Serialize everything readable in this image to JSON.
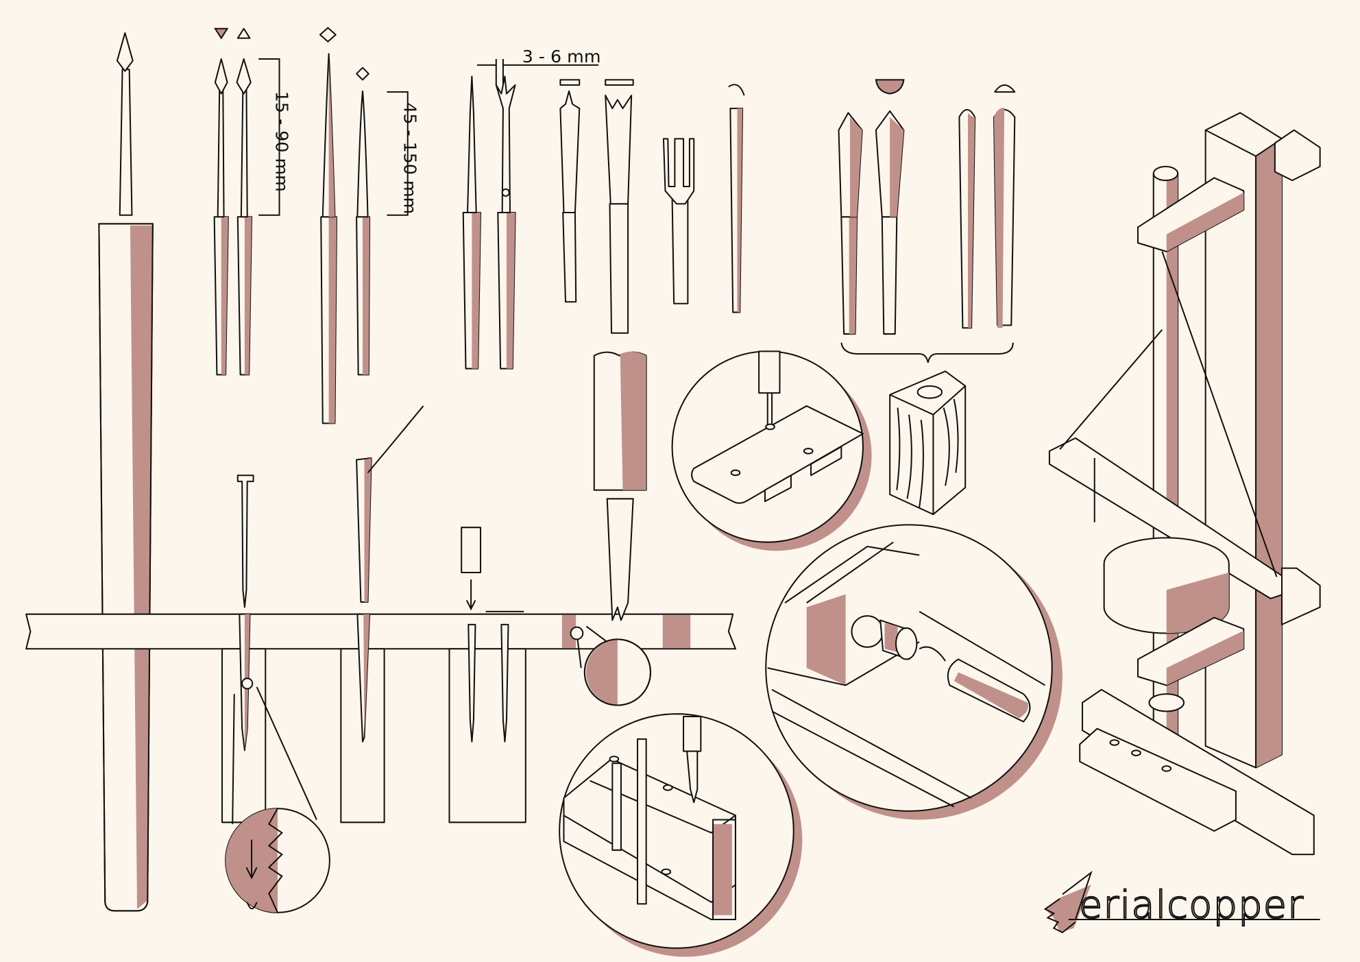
{
  "labels": {
    "dim_small": "15 - 90 mm",
    "dim_large": "45 - 150 mm",
    "dim_width": "3 - 6 mm"
  },
  "logo": {
    "text": "erialcopper"
  },
  "colors": {
    "background": "#fdf6ec",
    "accent": "#c0918a",
    "line": "#111111"
  }
}
